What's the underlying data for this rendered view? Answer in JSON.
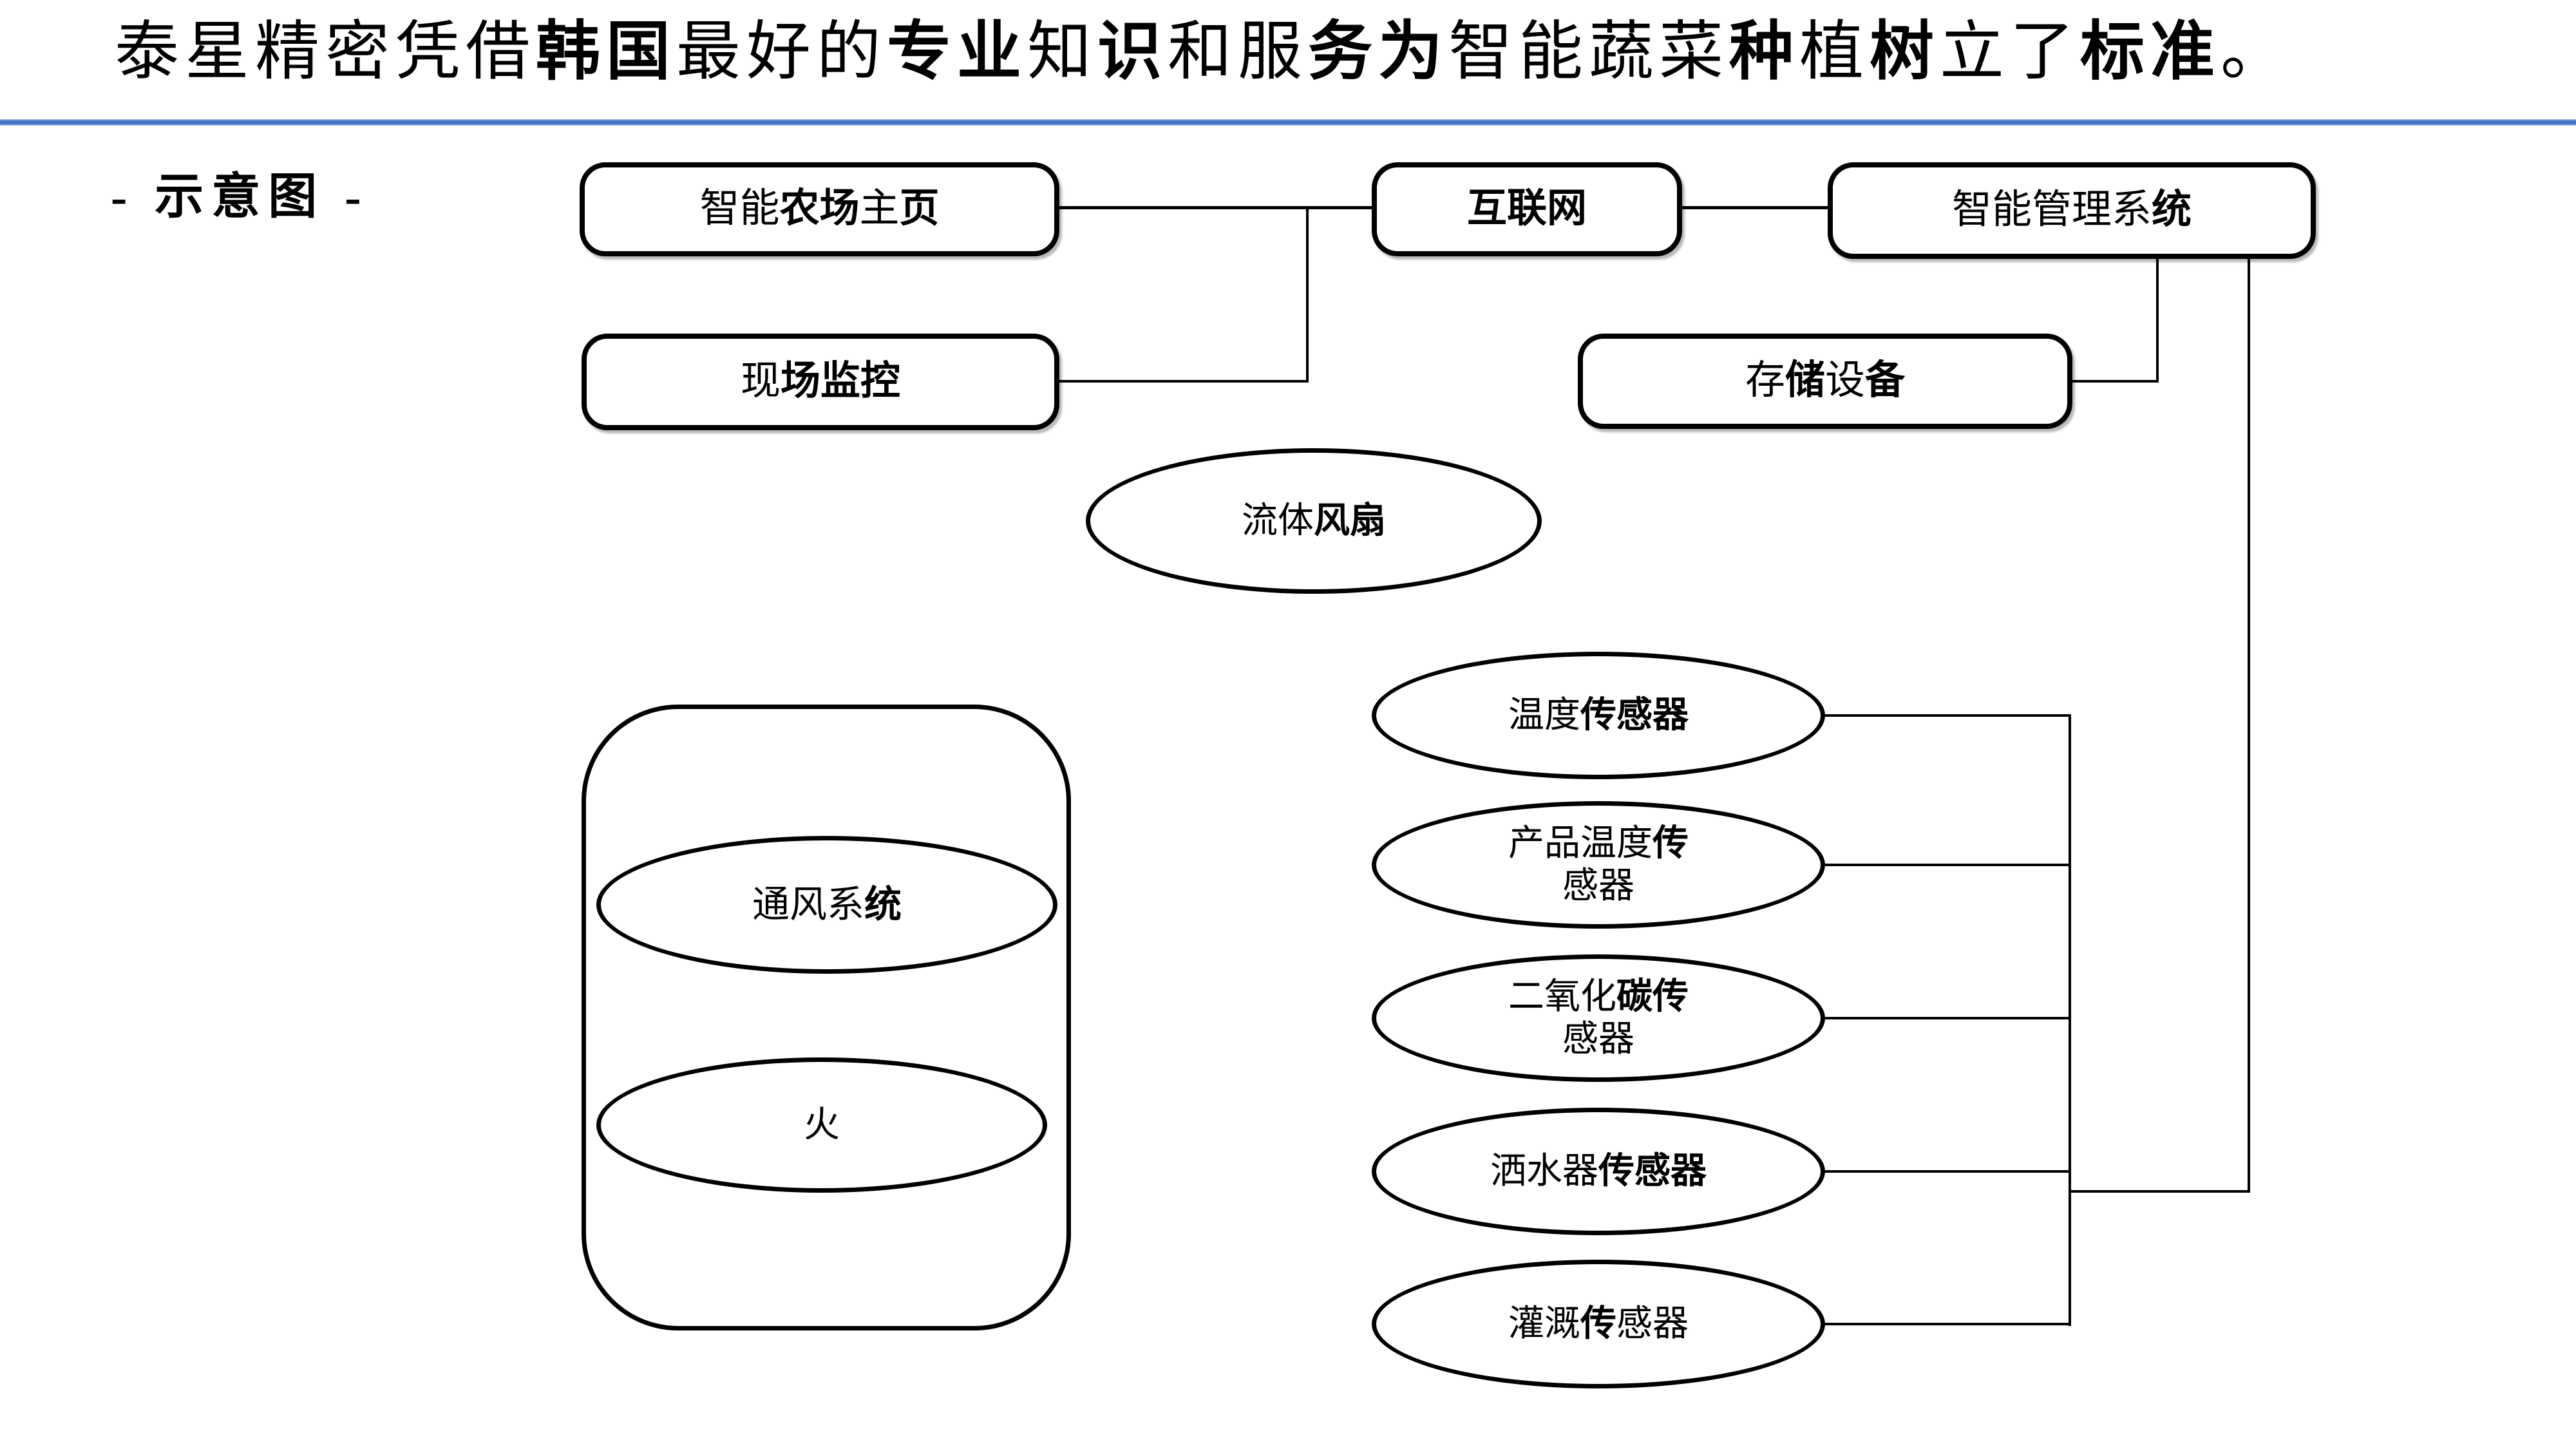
{
  "title": {
    "lines": [
      [
        {
          "t": "泰星精密凭借",
          "b": false
        },
        {
          "t": "韩国",
          "b": true
        },
        {
          "t": "最好的",
          "b": false
        },
        {
          "t": "专业",
          "b": true
        },
        {
          "t": "知",
          "b": false
        },
        {
          "t": "识",
          "b": true
        },
        {
          "t": "和服",
          "b": false
        },
        {
          "t": "务为",
          "b": true
        },
        {
          "t": "智能蔬菜",
          "b": false
        },
        {
          "t": "种",
          "b": true
        },
        {
          "t": "植",
          "b": false
        },
        {
          "t": "树",
          "b": true
        },
        {
          "t": "立了",
          "b": false
        },
        {
          "t": "标准",
          "b": true
        },
        {
          "t": "。",
          "b": false
        }
      ]
    ]
  },
  "divider": {
    "color": "#4472C4"
  },
  "diagram_label": {
    "lines": [
      [
        {
          "t": "- 示意图 -",
          "b": true
        }
      ]
    ]
  },
  "boxes": {
    "smart_farm_home": {
      "lines": [
        [
          {
            "t": "智能",
            "b": false
          },
          {
            "t": "农场",
            "b": true
          },
          {
            "t": "主",
            "b": false
          },
          {
            "t": "页",
            "b": true
          }
        ]
      ]
    },
    "internet": {
      "lines": [
        [
          {
            "t": "互联网",
            "b": true
          }
        ]
      ]
    },
    "smart_management": {
      "lines": [
        [
          {
            "t": "智能管理系",
            "b": false
          },
          {
            "t": "统",
            "b": true
          }
        ]
      ]
    },
    "site_monitoring": {
      "lines": [
        [
          {
            "t": "现",
            "b": false
          },
          {
            "t": "场监控",
            "b": true
          }
        ]
      ]
    },
    "storage_device": {
      "lines": [
        [
          {
            "t": "存",
            "b": false
          },
          {
            "t": "储",
            "b": true
          },
          {
            "t": "设",
            "b": false
          },
          {
            "t": "备",
            "b": true
          }
        ]
      ]
    }
  },
  "ellipses": {
    "fluid_fan": {
      "lines": [
        [
          {
            "t": "流体",
            "b": false
          },
          {
            "t": "风扇",
            "b": true
          }
        ]
      ]
    },
    "ventilation_system": {
      "lines": [
        [
          {
            "t": "通风系",
            "b": false
          },
          {
            "t": "统",
            "b": true
          }
        ]
      ]
    },
    "fire": {
      "lines": [
        [
          {
            "t": "火",
            "b": false
          }
        ]
      ]
    },
    "temperature_sensor": {
      "lines": [
        [
          {
            "t": "温度",
            "b": false
          },
          {
            "t": "传感器",
            "b": true
          }
        ]
      ]
    },
    "product_temperature_sensor": {
      "lines": [
        [
          {
            "t": "产品温度",
            "b": false
          },
          {
            "t": "传",
            "b": true
          }
        ],
        [
          {
            "t": "感器",
            "b": false
          }
        ]
      ]
    },
    "co2_sensor": {
      "lines": [
        [
          {
            "t": "二氧化",
            "b": false
          },
          {
            "t": "碳传",
            "b": true
          }
        ],
        [
          {
            "t": "感器",
            "b": false
          }
        ]
      ]
    },
    "sprinkler_sensor": {
      "lines": [
        [
          {
            "t": "洒水器",
            "b": false
          },
          {
            "t": "传感器",
            "b": true
          }
        ]
      ]
    },
    "irrigation_sensor": {
      "lines": [
        [
          {
            "t": "灌溉",
            "b": false
          },
          {
            "t": "传",
            "b": true
          },
          {
            "t": "感器",
            "b": false
          }
        ]
      ]
    }
  },
  "line_color": "#000000"
}
